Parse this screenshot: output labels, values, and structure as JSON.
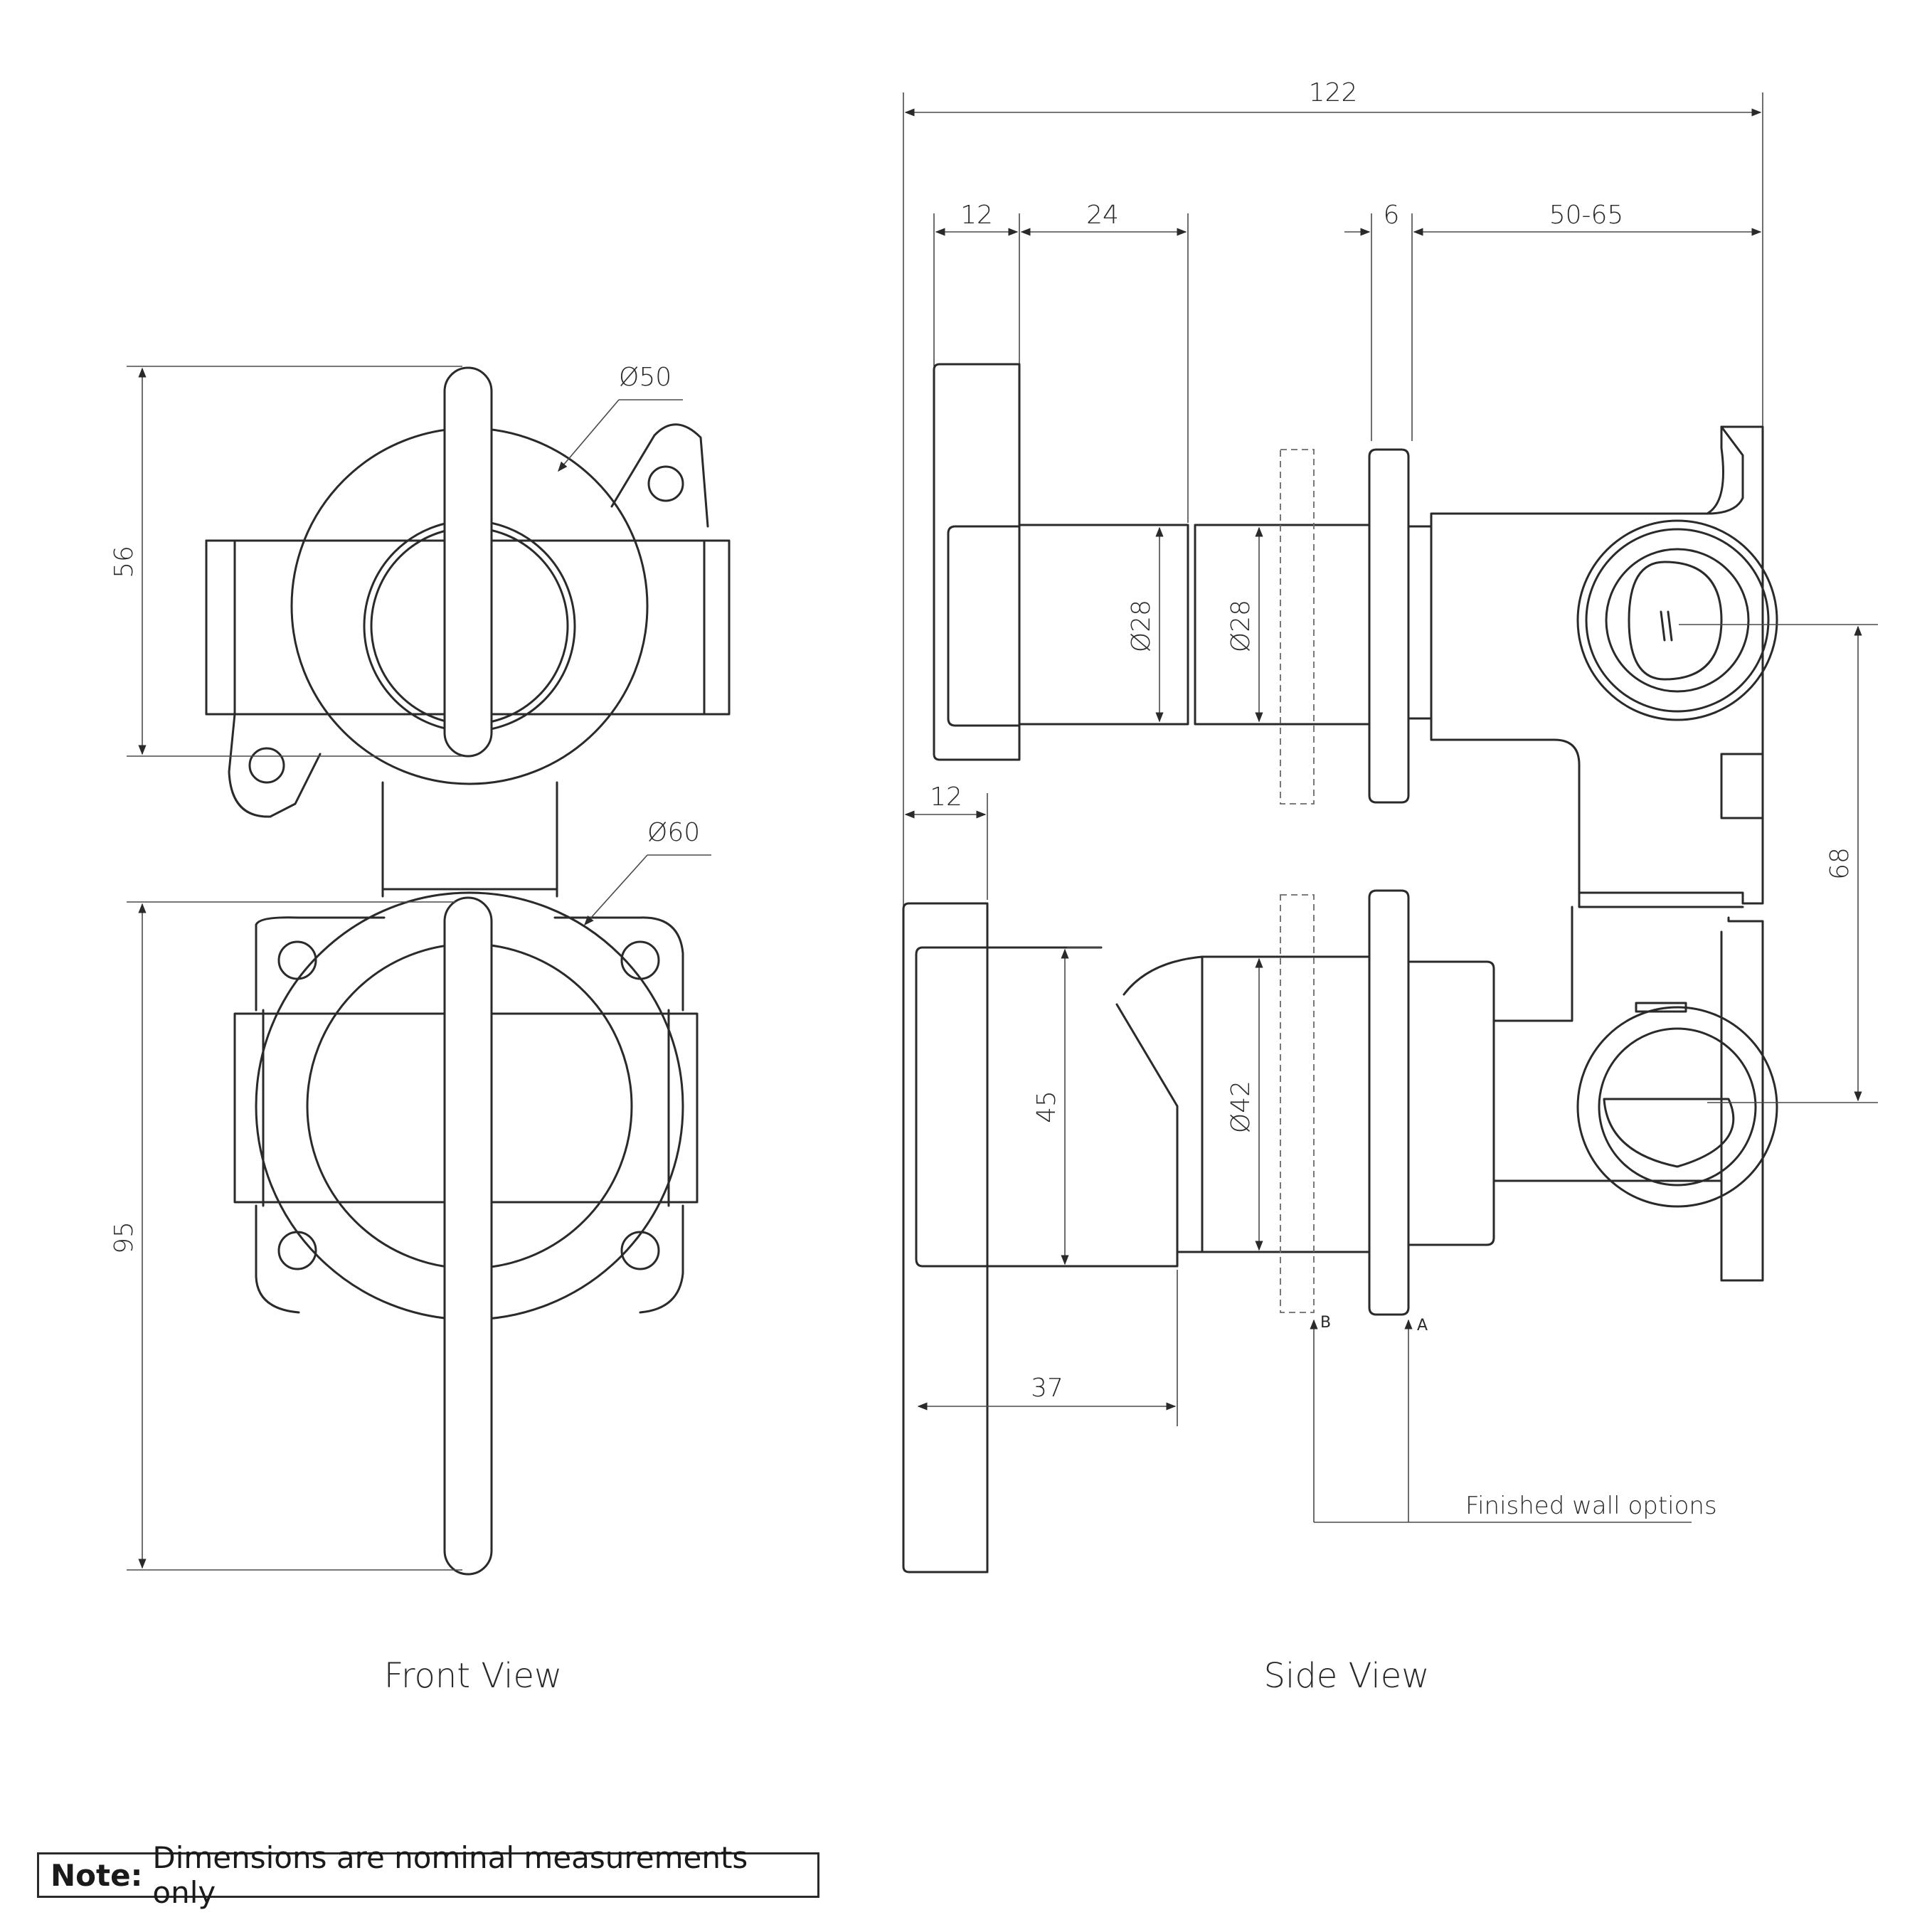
{
  "views": {
    "front": "Front View",
    "side": "Side View"
  },
  "dimensions": {
    "front_diameter_top": "Ø50",
    "front_diameter_bottom": "Ø60",
    "front_height_top": "56",
    "front_height_bottom": "95",
    "overall_width": "122",
    "upper_handle_depth": "12",
    "upper_body_depth": "24",
    "plate_thickness": "6",
    "body_depth_range": "50-65",
    "upper_stem_diameter_1": "Ø28",
    "upper_stem_diameter_2": "Ø28",
    "lower_handle_depth": "12",
    "lower_handle_height": "45",
    "lower_stem_diameter": "Ø42",
    "lower_handle_length": "37",
    "outlet_spacing": "68"
  },
  "wall_markers": {
    "b": "B",
    "a": "A"
  },
  "wall_label": "Finished wall options",
  "note": {
    "label": "Note:",
    "text": "Dimensions are nominal measurements only"
  }
}
